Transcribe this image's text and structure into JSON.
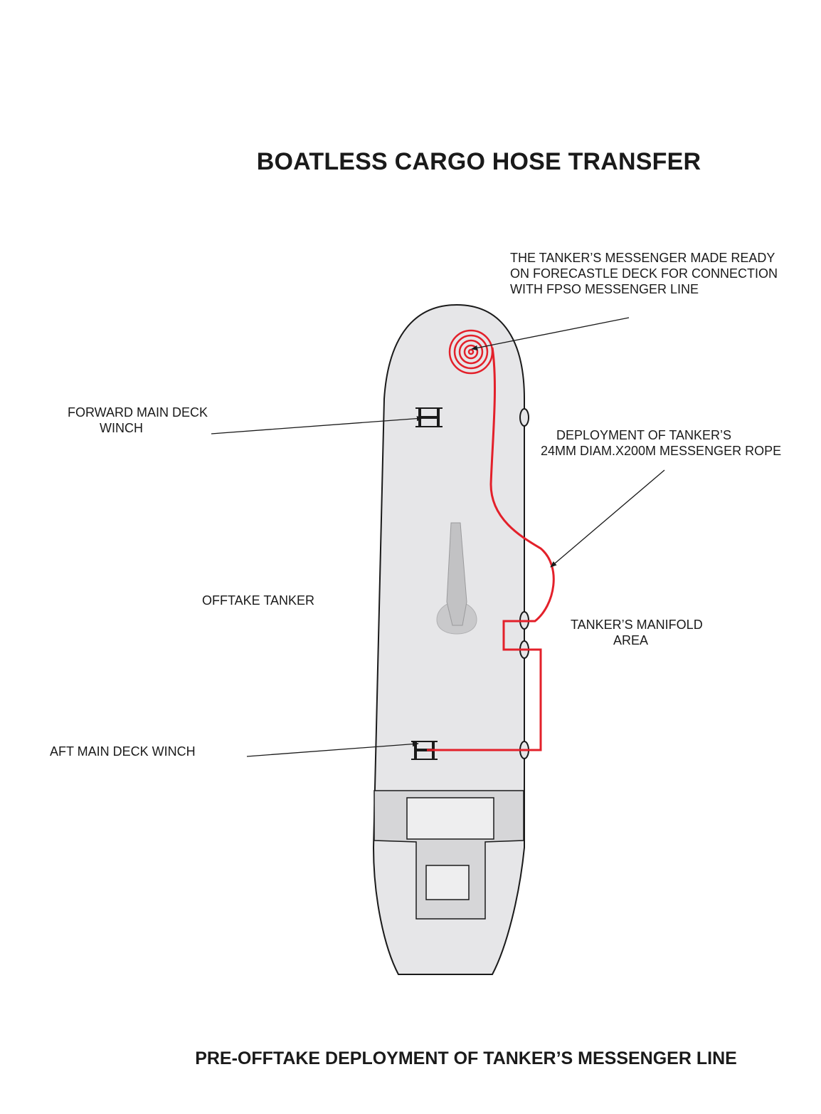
{
  "title": "BOATLESS CARGO HOSE TRANSFER",
  "subtitle": "PRE-OFFTAKE DEPLOYMENT OF TANKER’S MESSENGER LINE",
  "labels": {
    "messenger_ready": {
      "line1": "THE TANKER’S MESSENGER MADE READY",
      "line2": "ON FORECASTLE DECK FOR CONNECTION",
      "line3": "WITH FPSO MESSENGER LINE"
    },
    "forward_winch": {
      "line1": "FORWARD MAIN DECK",
      "line2": "WINCH"
    },
    "deployment": {
      "line1": "DEPLOYMENT OF TANKER’S",
      "line2": "24MM DIAM.X200M MESSENGER ROPE"
    },
    "offtake_tanker": "OFFTAKE TANKER",
    "manifold": {
      "line1": "TANKER’S MANIFOLD",
      "line2": "AREA"
    },
    "aft_winch": "AFT MAIN DECK WINCH"
  },
  "colors": {
    "hull": "#e6e6e8",
    "deckhouse": "#d6d6d8",
    "outline": "#1a1a1a",
    "rope": "#e3202a"
  }
}
